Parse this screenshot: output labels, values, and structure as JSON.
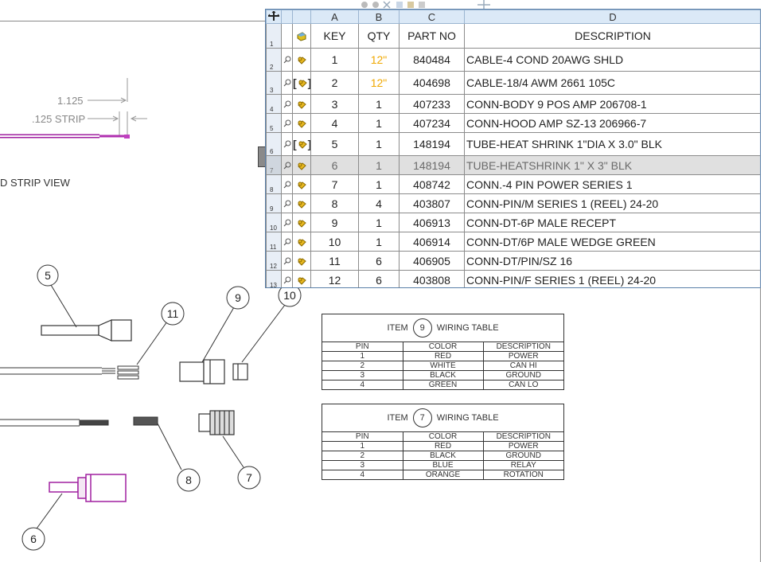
{
  "drawing": {
    "dim_overall": "1.125",
    "dim_strip": ".125 STRIP",
    "view_label": "D STRIP VIEW",
    "balloons": [
      "5",
      "11",
      "9",
      "10",
      "8",
      "7",
      "6"
    ]
  },
  "bom": {
    "column_letters": [
      "A",
      "B",
      "C",
      "D"
    ],
    "headers": {
      "key": "KEY",
      "qty": "QTY",
      "part_no": "PART NO",
      "description": "DESCRIPTION"
    },
    "rows": [
      {
        "row": "2",
        "key": "1",
        "qty": "12\"",
        "part_no": "840484",
        "description": "CABLE-4 COND 20AWG SHLD",
        "qty_highlight": true,
        "icon_bracket": false
      },
      {
        "row": "3",
        "key": "2",
        "qty": "12\"",
        "part_no": "404698",
        "description": "CABLE-18/4 AWM 2661 105C",
        "qty_highlight": true,
        "icon_bracket": true
      },
      {
        "row": "4",
        "key": "3",
        "qty": "1",
        "part_no": "407233",
        "description": "CONN-BODY 9 POS AMP 206708-1",
        "qty_highlight": false,
        "icon_bracket": false
      },
      {
        "row": "5",
        "key": "4",
        "qty": "1",
        "part_no": "407234",
        "description": "CONN-HOOD AMP SZ-13 206966-7",
        "qty_highlight": false,
        "icon_bracket": false
      },
      {
        "row": "6",
        "key": "5",
        "qty": "1",
        "part_no": "148194",
        "description": "TUBE-HEAT SHRINK 1\"DIA X 3.0\" BLK",
        "qty_highlight": false,
        "icon_bracket": true
      },
      {
        "row": "7",
        "key": "6",
        "qty": "1",
        "part_no": "148194",
        "description": "TUBE-HEATSHRINK 1\" X 3\" BLK",
        "qty_highlight": false,
        "icon_bracket": false,
        "selected": true
      },
      {
        "row": "8",
        "key": "7",
        "qty": "1",
        "part_no": "408742",
        "description": "CONN.-4 PIN POWER SERIES 1",
        "qty_highlight": false,
        "icon_bracket": false
      },
      {
        "row": "9",
        "key": "8",
        "qty": "4",
        "part_no": "403807",
        "description": "CONN-PIN/M SERIES 1 (REEL) 24-20",
        "qty_highlight": false,
        "icon_bracket": false
      },
      {
        "row": "10",
        "key": "9",
        "qty": "1",
        "part_no": "406913",
        "description": "CONN-DT-6P MALE RECEPT",
        "qty_highlight": false,
        "icon_bracket": false
      },
      {
        "row": "11",
        "key": "10",
        "qty": "1",
        "part_no": "406914",
        "description": "CONN-DT/6P MALE WEDGE GREEN",
        "qty_highlight": false,
        "icon_bracket": false
      },
      {
        "row": "12",
        "key": "11",
        "qty": "6",
        "part_no": "406905",
        "description": "CONN-DT/PIN/SZ 16",
        "qty_highlight": false,
        "icon_bracket": false
      },
      {
        "row": "13",
        "key": "12",
        "qty": "6",
        "part_no": "403808",
        "description": "CONN-PIN/F SERIES 1 (REEL) 24-20",
        "qty_highlight": false,
        "icon_bracket": false
      }
    ],
    "header_row_number": "1",
    "icons": {
      "part": "part-icon",
      "preview": "magnifier-icon",
      "move_handle": "move-handle-icon"
    },
    "colors": {
      "qty_highlight": "#f0a800",
      "header_bg": "#dbe9f7",
      "selected_row": "#e0e0e0"
    }
  },
  "wiring_tables": [
    {
      "item_prefix": "ITEM",
      "item": "9",
      "suffix": "WIRING TABLE",
      "headers": [
        "PIN",
        "COLOR",
        "DESCRIPTION"
      ],
      "rows": [
        [
          "1",
          "RED",
          "POWER"
        ],
        [
          "2",
          "WHITE",
          "CAN HI"
        ],
        [
          "3",
          "BLACK",
          "GROUND"
        ],
        [
          "4",
          "GREEN",
          "CAN LO"
        ]
      ]
    },
    {
      "item_prefix": "ITEM",
      "item": "7",
      "suffix": "WIRING TABLE",
      "headers": [
        "PIN",
        "COLOR",
        "DESCRIPTION"
      ],
      "rows": [
        [
          "1",
          "RED",
          "POWER"
        ],
        [
          "2",
          "BLACK",
          "GROUND"
        ],
        [
          "3",
          "BLUE",
          "RELAY"
        ],
        [
          "4",
          "ORANGE",
          "ROTATION"
        ]
      ]
    }
  ]
}
